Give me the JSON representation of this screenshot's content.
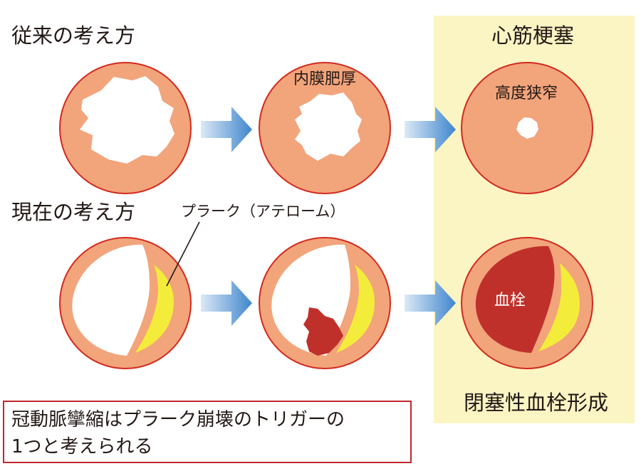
{
  "colors": {
    "wall": "#f2a47b",
    "outline": "#d12a1f",
    "highlight": "#fbf5c4",
    "plaque": "#f4ec3a",
    "clot": "#c0302a",
    "arrow_dark": "#3f86cd",
    "arrow_light": "#dbe9f6",
    "note_border": "#c1272d",
    "text": "#231815"
  },
  "labels": {
    "old_view": "従来の考え方",
    "current_view": "現在の考え方",
    "myocardial_infarction": "心筋梗塞",
    "intimal_thickening": "内膜肥厚",
    "severe_stenosis": "高度狭窄",
    "plaque_atheroma": "プラーク（アテローム）",
    "thrombus": "血栓",
    "occlusive_thrombus": "閉塞性血栓形成"
  },
  "note": {
    "line1": "冠動脈攣縮はプラーク崩壊のトリガーの",
    "line2": "1つと考えられる"
  }
}
